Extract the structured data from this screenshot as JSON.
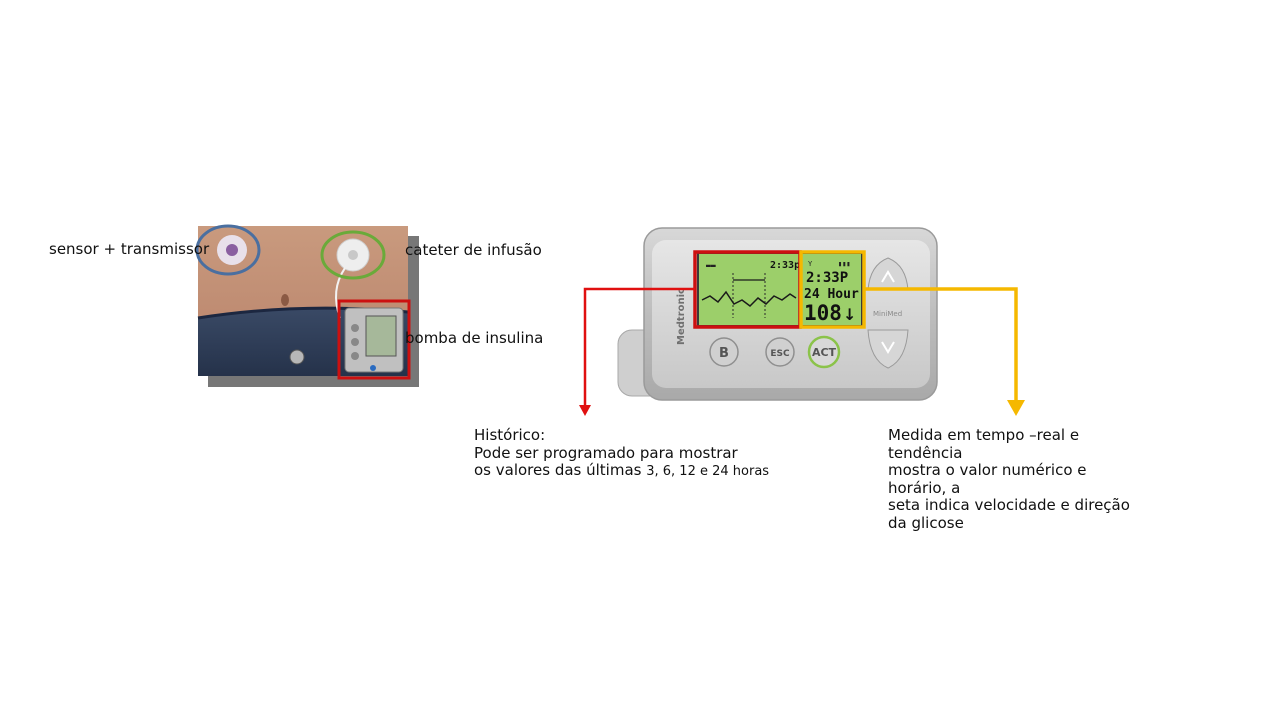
{
  "left_photo": {
    "labels": {
      "sensor": "sensor + transmissor",
      "catheter": "cateter de infusão",
      "pump": "bomba de insulina"
    }
  },
  "pump_device": {
    "brand": "Medtronic",
    "model_mark": "MiniMed",
    "screen": {
      "time_small": "2:33p",
      "time": "2:33P",
      "period": "24 Hour",
      "value": "108",
      "trend_arrow": "↓"
    },
    "buttons": {
      "bolus": "B",
      "esc": "ESC",
      "act": "ACT"
    }
  },
  "annotations": {
    "history": {
      "title": "Histórico:",
      "line1": "Pode ser programado para mostrar",
      "line2_main": "os valores das últimas ",
      "line2_small": "3, 6, 12 e 24 horas"
    },
    "realtime": {
      "lines": [
        "Medida em tempo –real e",
        "tendência",
        "mostra o valor numérico e",
        "horário, a",
        "seta indica velocidade e direção",
        "da glicose"
      ]
    }
  },
  "colors": {
    "history_accent": "#e01010",
    "realtime_accent": "#f5b800",
    "sensor_circle": "#4a6fa0",
    "catheter_circle": "#6aaa3a",
    "pump_box": "#cc1010",
    "lcd": "#9ccf6a"
  }
}
